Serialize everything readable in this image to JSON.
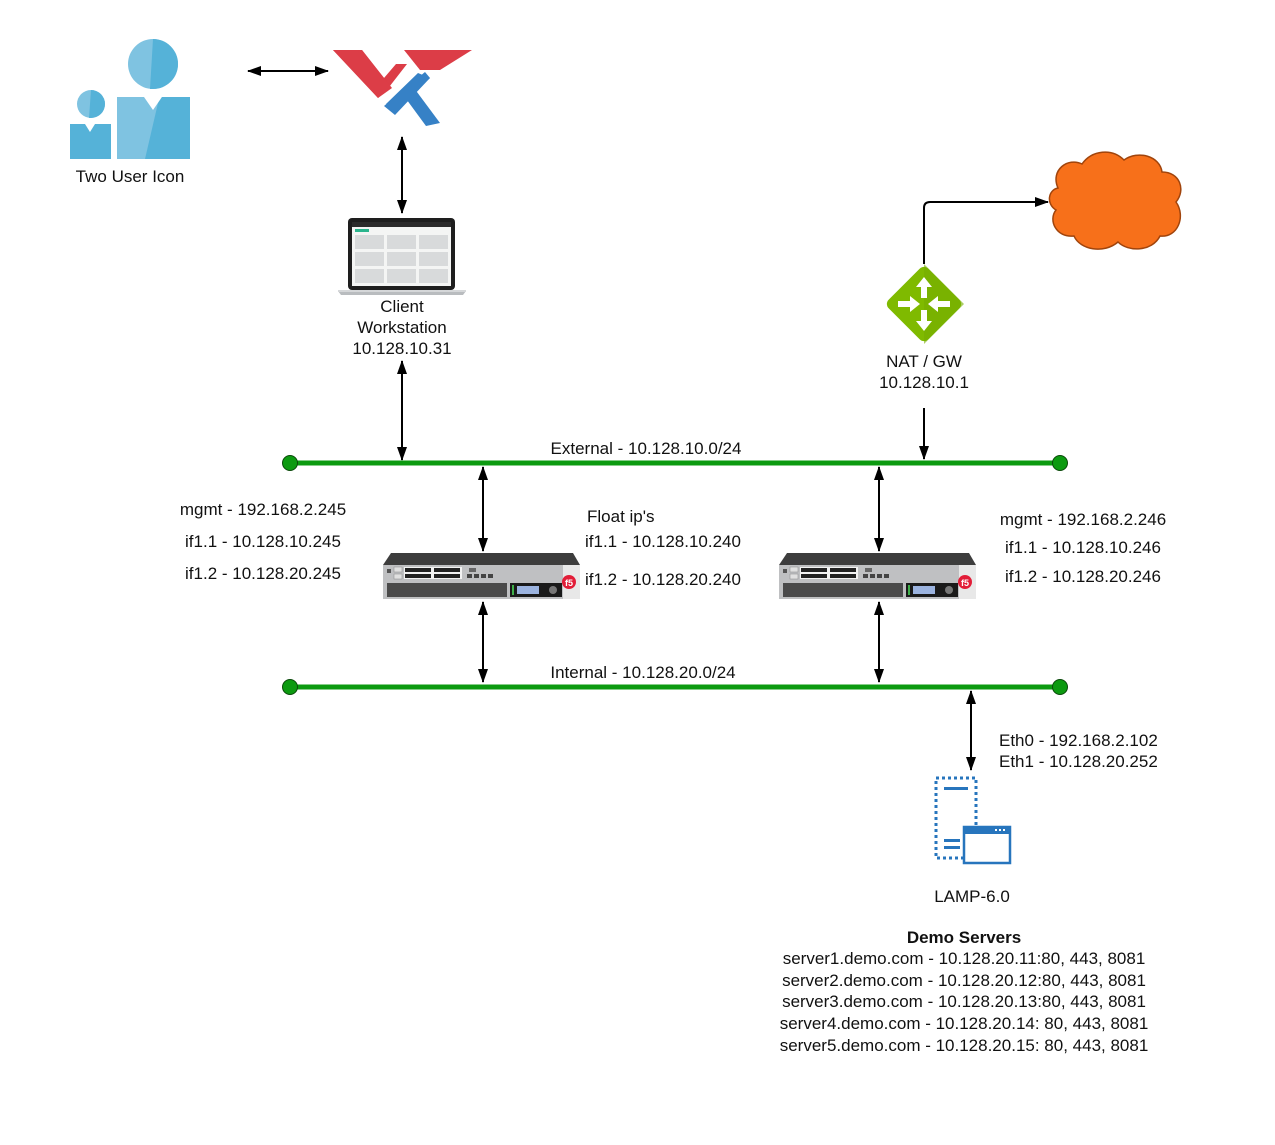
{
  "users": {
    "label": "Two User Icon",
    "icon": "two-user-icon",
    "color_light": "#7fc3e1",
    "color_dark": "#55b2d8"
  },
  "logo": {
    "icon": "wk-logo-icon",
    "color_red": "#dc3d47",
    "color_blue": "#3681c6"
  },
  "client": {
    "lines": [
      "Client",
      "Workstation",
      "10.128.10.31"
    ],
    "icon": "laptop-icon"
  },
  "nat": {
    "lines": [
      "NAT / GW",
      "10.128.10.1"
    ],
    "icon": "router-icon",
    "color": "#7fba00"
  },
  "cloud": {
    "icon": "internet-cloud-icon",
    "color": "#f7701a",
    "stroke": "#a0440c"
  },
  "networks": {
    "external": {
      "label": "External - 10.128.10.0/24",
      "color": "#0c9a10"
    },
    "internal": {
      "label": "Internal - 10.128.20.0/24",
      "color": "#0c9a10"
    }
  },
  "bigip1": {
    "icon": "f5-bigip-appliance-icon",
    "lines": [
      "mgmt - 192.168.2.245",
      "if1.1 - 10.128.10.245",
      "if1.2 - 10.128.20.245"
    ]
  },
  "float": {
    "title": "Float ip's",
    "lines": [
      "if1.1 - 10.128.10.240",
      "if1.2 - 10.128.20.240"
    ]
  },
  "bigip2": {
    "icon": "f5-bigip-appliance-icon",
    "lines": [
      "mgmt - 192.168.2.246",
      "if1.1 - 10.128.10.246",
      "if1.2 - 10.128.20.246"
    ]
  },
  "lamp": {
    "label": "LAMP-6.0",
    "icon": "server-window-icon",
    "color": "#2775bd",
    "nics": [
      "Eth0 - 192.168.2.102",
      "Eth1 - 10.128.20.252"
    ]
  },
  "demo": {
    "title": "Demo Servers",
    "servers": [
      "server1.demo.com - 10.128.20.11:80, 443, 8081",
      "server2.demo.com - 10.128.20.12:80, 443, 8081",
      "server3.demo.com - 10.128.20.13:80, 443, 8081",
      "server4.demo.com - 10.128.20.14: 80, 443, 8081",
      "server5.demo.com - 10.128.20.15: 80, 443, 8081"
    ]
  }
}
